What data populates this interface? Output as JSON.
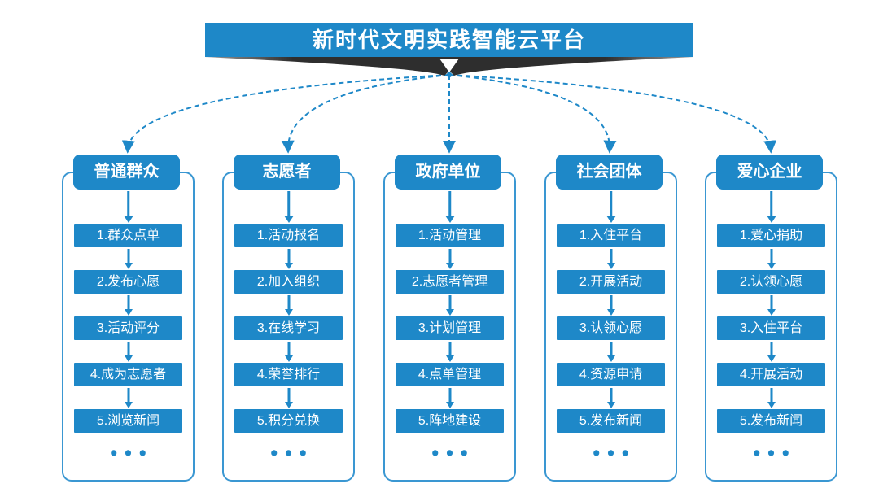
{
  "banner": {
    "title": "新时代文明实践智能云平台"
  },
  "colors": {
    "primary_blue": "#1E88C8",
    "frame_border_blue": "#3A97D2",
    "ribbon_dark": "#2E2E2E",
    "text_on_primary": "#FFFFFF",
    "background": "#FFFFFF"
  },
  "connectors": {
    "style": "dashed",
    "color": "#1E88C8",
    "count": 5
  },
  "columns": [
    {
      "header": "普通群众",
      "steps": [
        "1.群众点单",
        "2.发布心愿",
        "3.活动评分",
        "4.成为志愿者",
        "5.浏览新闻"
      ],
      "ellipsis": "•••"
    },
    {
      "header": "志愿者",
      "steps": [
        "1.活动报名",
        "2.加入组织",
        "3.在线学习",
        "4.荣誉排行",
        "5.积分兑换"
      ],
      "ellipsis": "•••"
    },
    {
      "header": "政府单位",
      "steps": [
        "1.活动管理",
        "2.志愿者管理",
        "3.计划管理",
        "4.点单管理",
        "5.阵地建设"
      ],
      "ellipsis": "•••"
    },
    {
      "header": "社会团体",
      "steps": [
        "1.入住平台",
        "2.开展活动",
        "3.认领心愿",
        "4.资源申请",
        "5.发布新闻"
      ],
      "ellipsis": "•••"
    },
    {
      "header": "爱心企业",
      "steps": [
        "1.爱心捐助",
        "2.认领心愿",
        "3.入住平台",
        "4.开展活动",
        "5.发布新闻"
      ],
      "ellipsis": "•••"
    }
  ]
}
